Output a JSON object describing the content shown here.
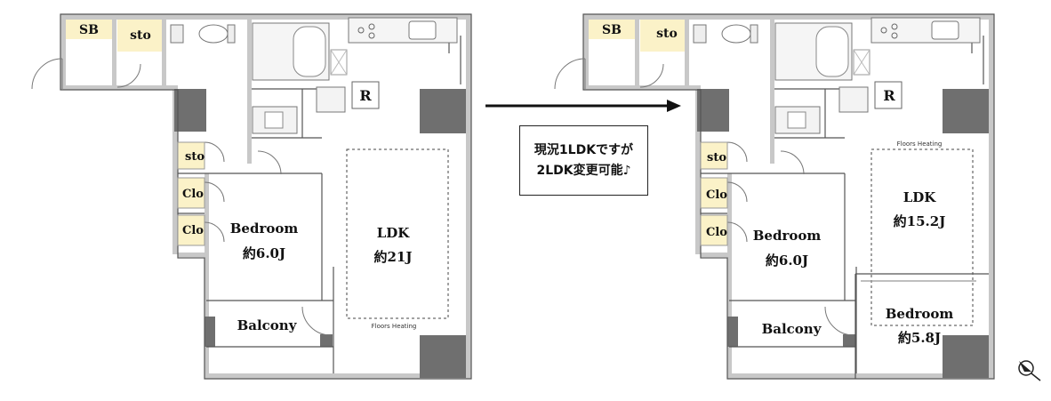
{
  "left_plan": {
    "sb": "SB",
    "sto_top": "sto",
    "sto_mid": "sto",
    "clo_1": "Clo",
    "clo_2": "Clo",
    "refrigerator": "R",
    "bedroom_name": "Bedroom",
    "bedroom_size": "約6.0J",
    "ldk_name": "LDK",
    "ldk_size": "約21J",
    "balcony": "Balcony",
    "floor_heating": "Floors Heating"
  },
  "note": {
    "line1": "現況1LDKですが",
    "line2": "2LDK変更可能♪"
  },
  "right_plan": {
    "sb": "SB",
    "sto_top": "sto",
    "sto_mid": "sto",
    "clo_1": "Clo",
    "clo_2": "Clo",
    "refrigerator": "R",
    "bedroom1_name": "Bedroom",
    "bedroom1_size": "約6.0J",
    "ldk_name": "LDK",
    "ldk_size": "約15.2J",
    "bedroom2_name": "Bedroom",
    "bedroom2_size": "約5.8J",
    "balcony": "Balcony",
    "floor_heating": "Floors Heating"
  },
  "colors": {
    "wall": "#6f6f6f",
    "pillar": "#6f6f6f",
    "label_bg": "#fbf2c8",
    "arrow": "#111111"
  },
  "icons": [
    "north-compass-icon",
    "arrow-right-icon",
    "bathtub-icon",
    "toilet-icon",
    "stove-icon",
    "sink-icon"
  ]
}
